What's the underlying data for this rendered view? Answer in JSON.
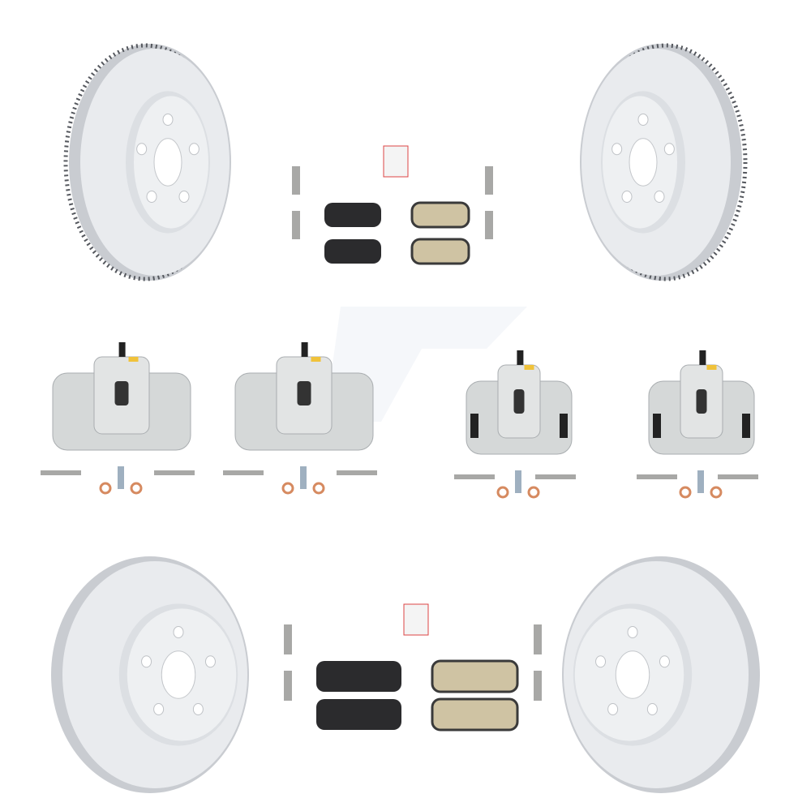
{
  "colors": {
    "background": "#ffffff",
    "rotor_coated": "#e9ebee",
    "rotor_edge": "#c9ccd1",
    "rotor_vent": "#55585e",
    "caliper": "#d5d8d8",
    "caliper_shadow": "#a9adb0",
    "pad_ceramic": "#cfc3a3",
    "pad_backing": "#2b2b2d",
    "hardware": "#a8a8a6",
    "washer": "#d68a60",
    "bleeder_cap": "#222222",
    "yellow_plug": "#f0c23a",
    "watermark": "#eef1f6"
  },
  "components": {
    "rotors": [
      {
        "position": "front-left",
        "type": "vented"
      },
      {
        "position": "front-right",
        "type": "vented"
      },
      {
        "position": "rear-left",
        "type": "solid"
      },
      {
        "position": "rear-right",
        "type": "solid"
      }
    ],
    "pad_sets": [
      {
        "position": "rear",
        "type": "ceramic"
      },
      {
        "position": "front",
        "type": "ceramic"
      }
    ],
    "calipers": [
      {
        "position": "front-left"
      },
      {
        "position": "front-right"
      },
      {
        "position": "rear-left"
      },
      {
        "position": "rear-right"
      }
    ]
  }
}
